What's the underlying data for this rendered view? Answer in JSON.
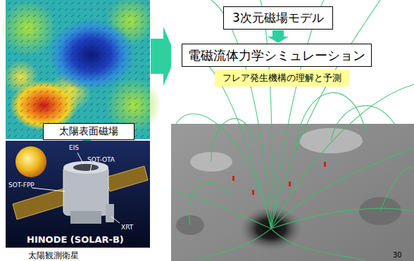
{
  "diagram": {
    "nodes": [
      {
        "text": [
          "太陽表面磁場"
        ]
      },
      {
        "text": [
          "3次元磁場モデル"
        ]
      },
      {
        "text": [
          "電磁流体力学シミュレーション"
        ]
      },
      {
        "text": [
          "フレア発生機構の理解と予測"
        ]
      }
    ],
    "edges": [
      {
        "from": 1,
        "to": 2,
        "arrow": "to"
      }
    ],
    "labels": [
      "EIS",
      "SOT-OTA",
      "SOT-FPP",
      "XRT",
      "HINODE (SOLAR-B)",
      "太陽観測衛星",
      "30"
    ]
  }
}
